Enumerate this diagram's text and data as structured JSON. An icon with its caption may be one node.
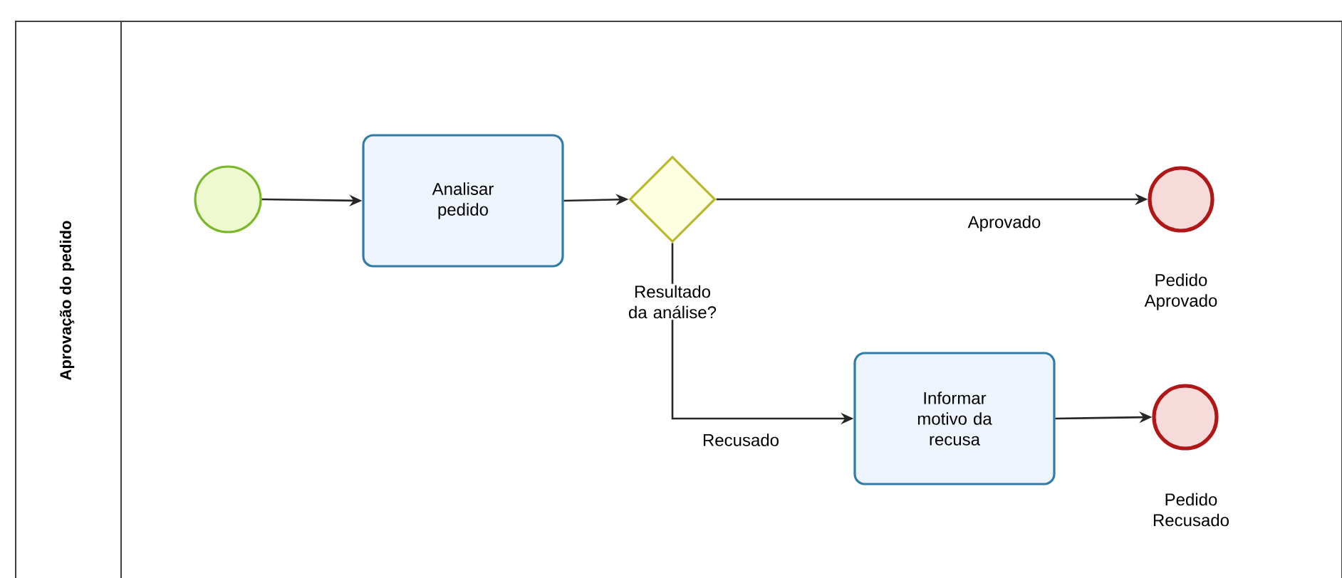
{
  "diagram": {
    "nodes": [
      {
        "text": [
          "Aprovação do pedido"
        ]
      },
      {
        "text": [],
        "shape": "circle",
        "in": 0
      },
      {
        "text": [
          "Analisar pedido"
        ],
        "in": 0
      },
      {
        "text": [],
        "shape": "diamond",
        "beside": [
          "Resultado da análise?"
        ],
        "in": 0
      },
      {
        "text": [],
        "shape": "circle",
        "beside": [
          "Pedido Aprovado"
        ],
        "in": 0
      },
      {
        "text": [
          "Informar motivo da recusa"
        ],
        "in": 0
      },
      {
        "text": [],
        "shape": "circle",
        "beside": [
          "Pedido Recusado"
        ],
        "in": 0
      }
    ],
    "edges": [
      {
        "from": 1,
        "to": 2,
        "arrow": "to"
      },
      {
        "from": 2,
        "to": 3,
        "arrow": "to"
      },
      {
        "from": 3,
        "to": 4,
        "arrow": "to",
        "label": "Aprovado"
      },
      {
        "from": 3,
        "to": 5,
        "arrow": "to",
        "label": "Recusado"
      },
      {
        "from": 5,
        "to": 6,
        "arrow": "to"
      }
    ]
  }
}
